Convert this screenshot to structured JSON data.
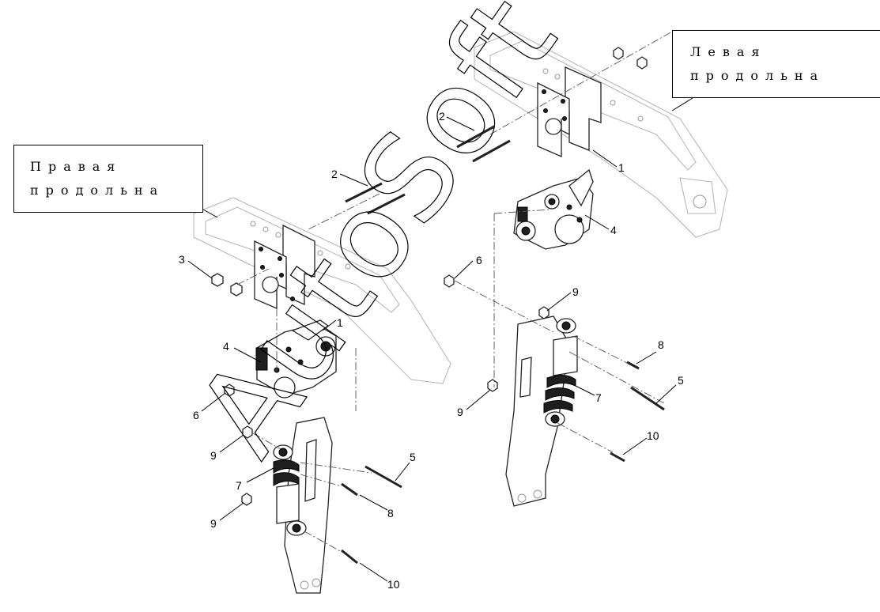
{
  "labels": {
    "left_rail_line1": "Левая",
    "left_rail_line2": "продольна",
    "right_rail_line1": "Правая",
    "right_rail_line2": "продольна"
  },
  "watermark": "AutoSoft",
  "part_numbers": {
    "p1": "1",
    "p2": "2",
    "p3": "3",
    "p4": "4",
    "p5": "5",
    "p6": "6",
    "p7": "7",
    "p8": "8",
    "p9": "9",
    "p10": "10"
  }
}
